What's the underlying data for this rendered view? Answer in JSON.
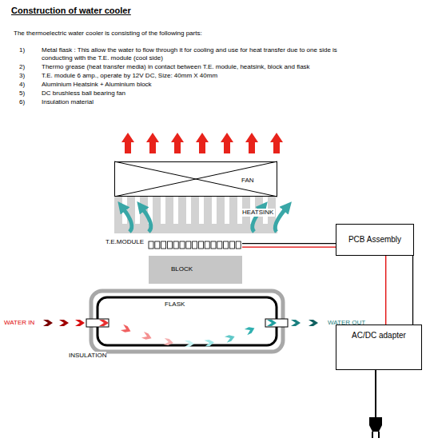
{
  "diagram": {
    "title": "Construction of water cooler",
    "nodes": [
      {
        "text": [
          "FAN"
        ]
      },
      {
        "text": [
          "HEATSINK"
        ]
      },
      {
        "text": [
          "T.E.MODULE"
        ]
      },
      {
        "text": [
          "BLOCK"
        ]
      },
      {
        "text": [
          "FLASK"
        ]
      },
      {
        "text": [
          "PCB Assembly"
        ]
      },
      {
        "text": [
          "AC/DC adapter"
        ]
      }
    ],
    "edges": [
      {
        "from": 2,
        "to": 5,
        "arrow": "none"
      },
      {
        "from": 2,
        "to": 5,
        "arrow": "none"
      },
      {
        "from": 5,
        "to": 6,
        "arrow": "none"
      },
      {
        "from": 5,
        "to": 6,
        "arrow": "none"
      }
    ],
    "labels": [
      "The thermoelectric water cooler is consisting of the following parts:",
      "1)",
      "Metal flask : This allow the water to flow through it for cooling and use for heat transfer due to one side is conducting with the T.E. module (cool side)",
      "2)",
      "Thermo grease (heat transfer media) in contact between T.E. module, heatsink, block and flask",
      "3)",
      "T.E. module 6 amp., operate by 12V DC, Size: 40mm X 40mm",
      "4)",
      "Aluminium Heatsink + Aluminium block",
      "5)",
      "DC brushless ball bearing fan",
      "6)",
      "Insulation material",
      "WATER IN",
      "WATER OUT",
      "INSULATION"
    ]
  }
}
